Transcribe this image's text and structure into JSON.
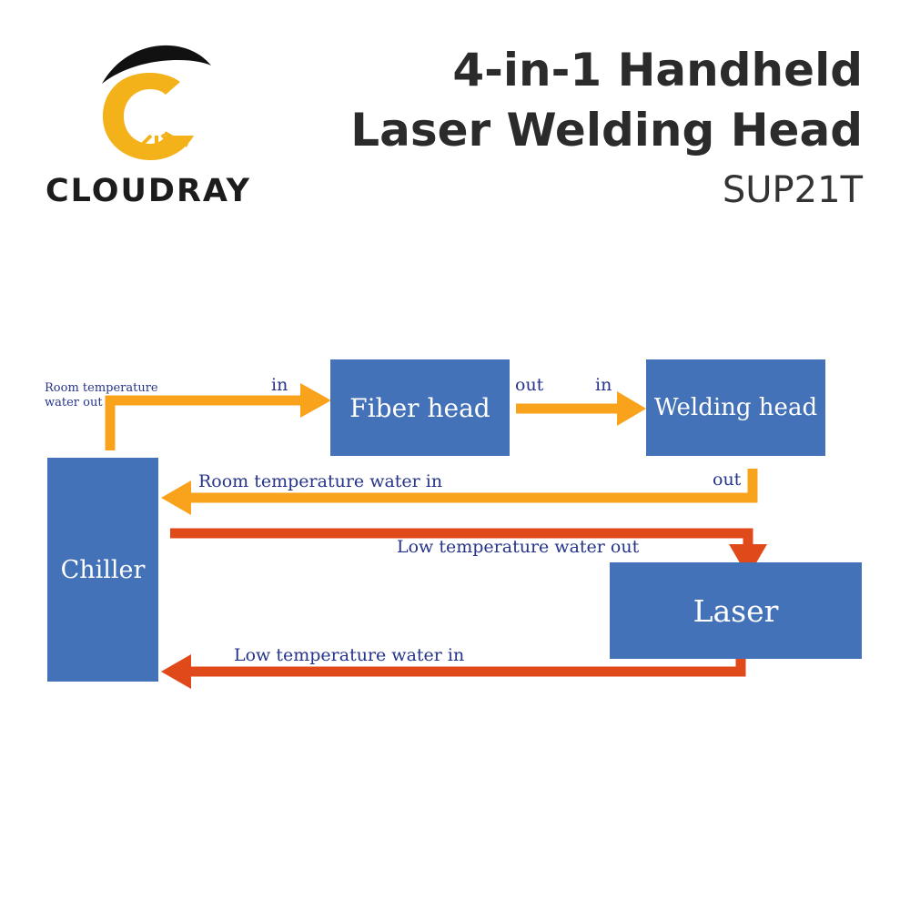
{
  "brand": {
    "name": "CLOUDRAY",
    "colors": {
      "arc": "#111111",
      "c_shape": "#f3b21a"
    }
  },
  "header": {
    "title_line1": "4-in-1 Handheld",
    "title_line2": "Laser Welding Head",
    "model": "SUP21T"
  },
  "diagram": {
    "nodes": {
      "chiller": "Chiller",
      "fiber_head": "Fiber head",
      "welding_head": "Welding head",
      "laser": "Laser"
    },
    "labels": {
      "room_temp_out_line1": "Room temperature",
      "room_temp_out_line2": "water out",
      "fiber_in": "in",
      "fiber_out": "out",
      "welding_in": "in",
      "welding_out": "out",
      "room_temp_water_in": "Room temperature water in",
      "low_temp_water_out": "Low temperature water out",
      "low_temp_water_in": "Low temperature water in"
    },
    "colors": {
      "box": "#4472b8",
      "room_temperature_flow": "#f9a21b",
      "low_temperature_flow": "#e04a1b",
      "label_text": "#26348a"
    }
  }
}
